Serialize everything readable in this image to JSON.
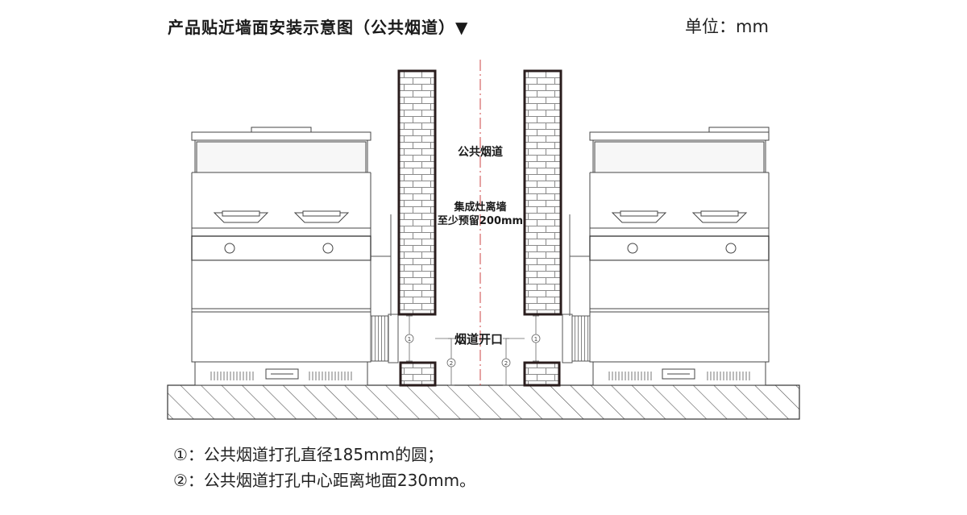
{
  "title": "产品贴近墙面安装示意图（公共烟道）▼",
  "unit_label": "单位：mm",
  "labels": {
    "public_flue": "公共烟道",
    "distance_line1": "集成灶离墙",
    "distance_line2": "至少预留200mm",
    "flue_opening": "烟道开口",
    "marker_1": "1",
    "marker_2": "2"
  },
  "notes": [
    "①：公共烟道打孔直径185mm的圆；",
    "②：公共烟道打孔中心距离地面230mm。"
  ],
  "colors": {
    "line": "#333333",
    "wall_outline": "#2a1d1d",
    "brick": "#888888",
    "hatch": "#555555"
  }
}
